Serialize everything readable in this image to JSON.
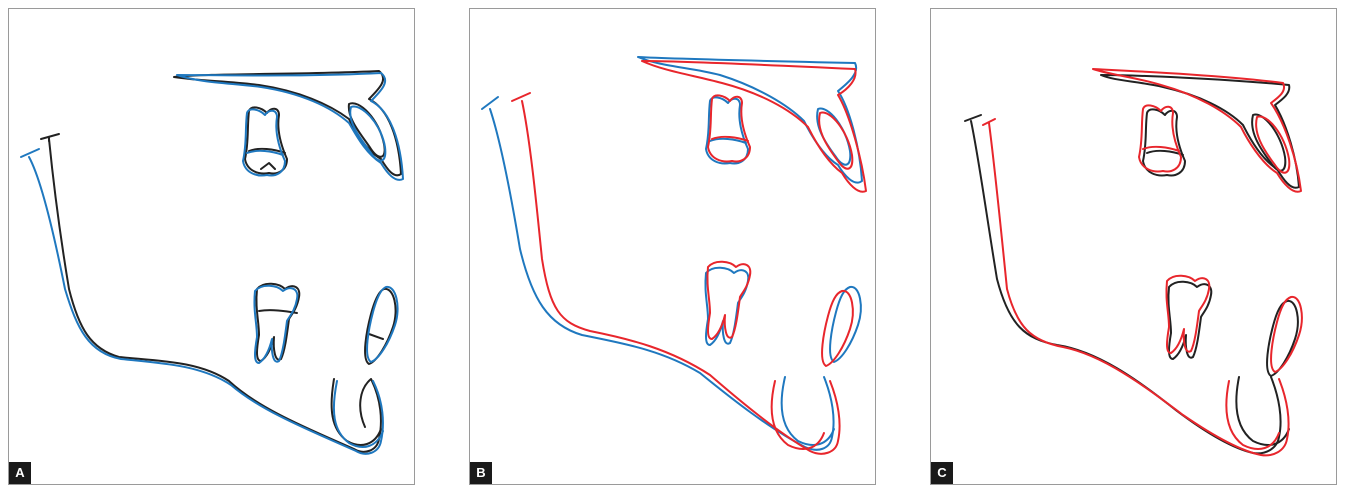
{
  "colors": {
    "black_trace": "#222222",
    "blue_trace": "#1f78bf",
    "red_trace": "#e8262c",
    "label_bg": "#1a1a1a",
    "label_text": "#ffffff",
    "border": "#9a9a9a"
  },
  "panels": [
    {
      "label": "A",
      "traces": [
        "black_trace",
        "blue_trace"
      ]
    },
    {
      "label": "B",
      "traces": [
        "blue_trace",
        "red_trace"
      ]
    },
    {
      "label": "C",
      "traces": [
        "black_trace",
        "red_trace"
      ]
    }
  ]
}
